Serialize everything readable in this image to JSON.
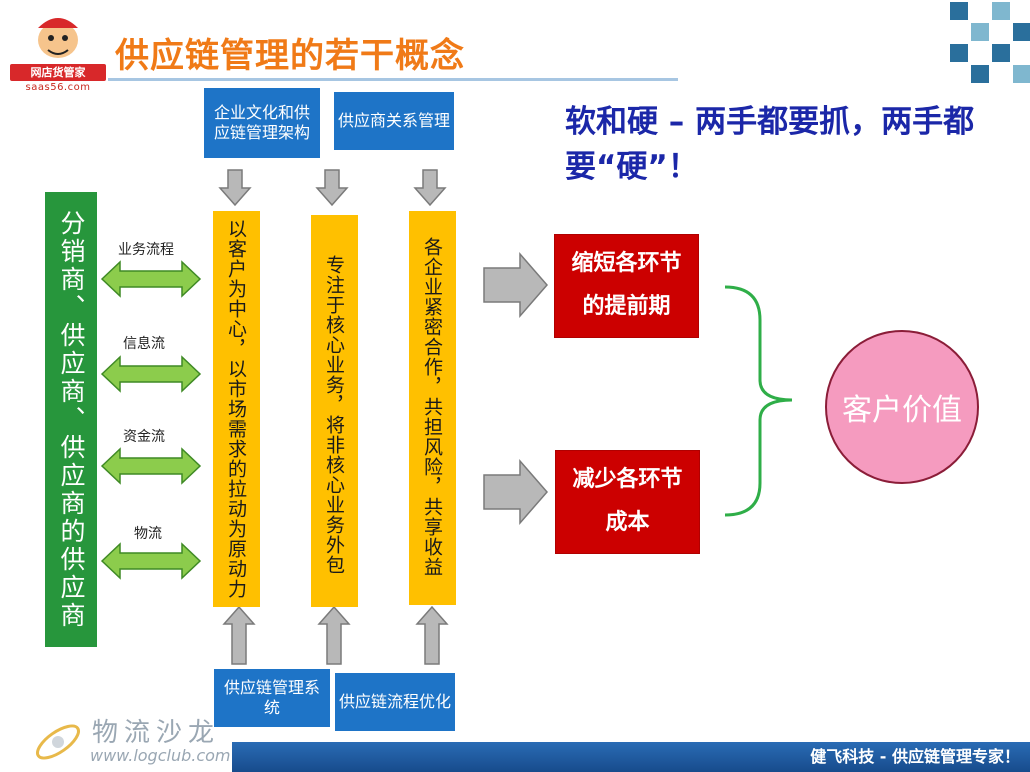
{
  "title": "供应链管理的若干概念",
  "logo": {
    "badge": "网店货管家",
    "url": "saas56.com"
  },
  "top_boxes": [
    "企业文化和供应链管理架构",
    "供应商关系管理"
  ],
  "bottom_boxes": [
    "供应链管理系统",
    "供应链流程优化"
  ],
  "left_bar": "分销商、供应商、供应商的供应商",
  "flows": [
    "业务流程",
    "信息流",
    "资金流",
    "物流"
  ],
  "columns": [
    "以客户为中心，以市场需求的拉动为原动力",
    "专注于核心业务，将非核心业务外包",
    "各企业紧密合作，共担风险，共享收益"
  ],
  "slogan": "软和硬 – 两手都要抓，两手都要“硬”！",
  "outcomes": [
    "缩短各环节的提前期",
    "减少各环节成本"
  ],
  "value": "客户价值",
  "footer": {
    "text": "健飞科技 - 供应链管理专家！",
    "logo_text": "物流沙龙",
    "logo_url": "www.logclub.com"
  },
  "colors": {
    "title": "#f07a17",
    "blue_box": "#1e74c7",
    "green_bar": "#27963c",
    "yellow_col": "#ffc000",
    "red_box": "#cc0000",
    "circle": "#f59bbf",
    "slogan": "#1b27a8"
  }
}
